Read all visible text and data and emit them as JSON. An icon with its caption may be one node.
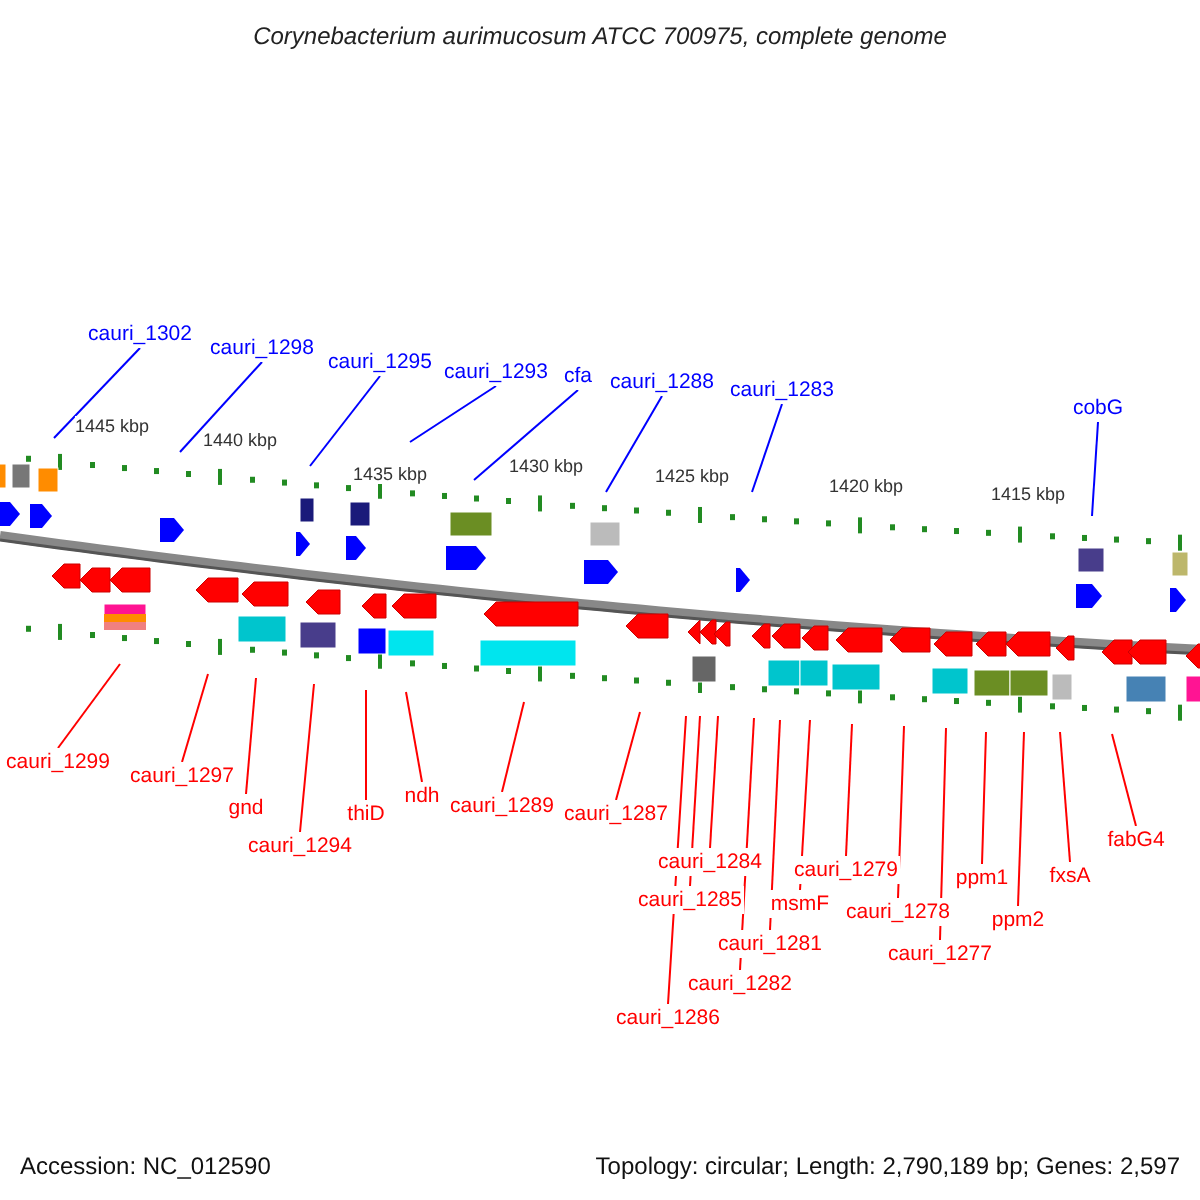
{
  "diagram": {
    "title": "Corynebacterium aurimucosum ATCC 700975, complete genome",
    "nodes": [
      {
        "text": [
          "cauri_1302"
        ]
      },
      {
        "text": [
          "cauri_1298"
        ]
      },
      {
        "text": [
          "cauri_1295"
        ]
      },
      {
        "text": [
          "cauri_1293"
        ]
      },
      {
        "text": [
          "cfa"
        ]
      },
      {
        "text": [
          "cauri_1288"
        ]
      },
      {
        "text": [
          "cauri_1283"
        ]
      },
      {
        "text": [
          "cobG"
        ]
      },
      {
        "text": [
          "cauri_1299"
        ]
      },
      {
        "text": [
          "cauri_1297"
        ]
      },
      {
        "text": [
          "gnd"
        ]
      },
      {
        "text": [
          "cauri_1294"
        ]
      },
      {
        "text": [
          "thiD"
        ]
      },
      {
        "text": [
          "ndh"
        ]
      },
      {
        "text": [
          "cauri_1289"
        ]
      },
      {
        "text": [
          "cauri_1287"
        ]
      },
      {
        "text": [
          "cauri_1286"
        ]
      },
      {
        "text": [
          "cauri_1285"
        ]
      },
      {
        "text": [
          "cauri_1284"
        ]
      },
      {
        "text": [
          "cauri_1282"
        ]
      },
      {
        "text": [
          "cauri_1281"
        ]
      },
      {
        "text": [
          "msmF"
        ]
      },
      {
        "text": [
          "cauri_1279"
        ]
      },
      {
        "text": [
          "cauri_1278"
        ]
      },
      {
        "text": [
          "cauri_1277"
        ]
      },
      {
        "text": [
          "ppm1"
        ]
      },
      {
        "text": [
          "ppm2"
        ]
      },
      {
        "text": [
          "fxsA"
        ]
      },
      {
        "text": [
          "fabG4"
        ]
      }
    ],
    "edges": [
      {
        "from": 0,
        "to": null,
        "arrow": "none",
        "color": "#0000ff"
      },
      {
        "from": 1,
        "to": null,
        "arrow": "none",
        "color": "#0000ff"
      },
      {
        "from": 2,
        "to": null,
        "arrow": "none",
        "color": "#0000ff"
      },
      {
        "from": 3,
        "to": null,
        "arrow": "none",
        "color": "#0000ff"
      },
      {
        "from": 4,
        "to": null,
        "arrow": "none",
        "color": "#0000ff"
      },
      {
        "from": 5,
        "to": null,
        "arrow": "none",
        "color": "#0000ff"
      },
      {
        "from": 6,
        "to": null,
        "arrow": "none",
        "color": "#0000ff"
      },
      {
        "from": 7,
        "to": null,
        "arrow": "none",
        "color": "#0000ff"
      },
      {
        "from": 8,
        "to": null,
        "arrow": "none"
      },
      {
        "from": 9,
        "to": null,
        "arrow": "none"
      },
      {
        "from": 10,
        "to": null,
        "arrow": "none"
      },
      {
        "from": 11,
        "to": null,
        "arrow": "none"
      },
      {
        "from": 12,
        "to": null,
        "arrow": "none"
      },
      {
        "from": 13,
        "to": null,
        "arrow": "none"
      },
      {
        "from": 14,
        "to": null,
        "arrow": "none"
      },
      {
        "from": 15,
        "to": null,
        "arrow": "none"
      },
      {
        "from": 16,
        "to": null,
        "arrow": "none"
      },
      {
        "from": 17,
        "to": null,
        "arrow": "none"
      },
      {
        "from": 18,
        "to": null,
        "arrow": "none"
      },
      {
        "from": 19,
        "to": null,
        "arrow": "none"
      },
      {
        "from": 20,
        "to": null,
        "arrow": "none"
      },
      {
        "from": 21,
        "to": null,
        "arrow": "none"
      },
      {
        "from": 22,
        "to": null,
        "arrow": "none"
      },
      {
        "from": 23,
        "to": null,
        "arrow": "none"
      },
      {
        "from": 24,
        "to": null,
        "arrow": "none"
      },
      {
        "from": 25,
        "to": null,
        "arrow": "none"
      },
      {
        "from": 26,
        "to": null,
        "arrow": "none"
      },
      {
        "from": 27,
        "to": null,
        "arrow": "none"
      },
      {
        "from": 28,
        "to": null,
        "arrow": "none"
      }
    ],
    "labels": [
      "1445 kbp",
      "1440 kbp",
      "1435 kbp",
      "1430 kbp",
      "1425 kbp",
      "1420 kbp",
      "1415 kbp",
      "Accession: NC_012590",
      "Topology: circular; Length: 2,790,189 bp; Genes: 2,597"
    ]
  }
}
